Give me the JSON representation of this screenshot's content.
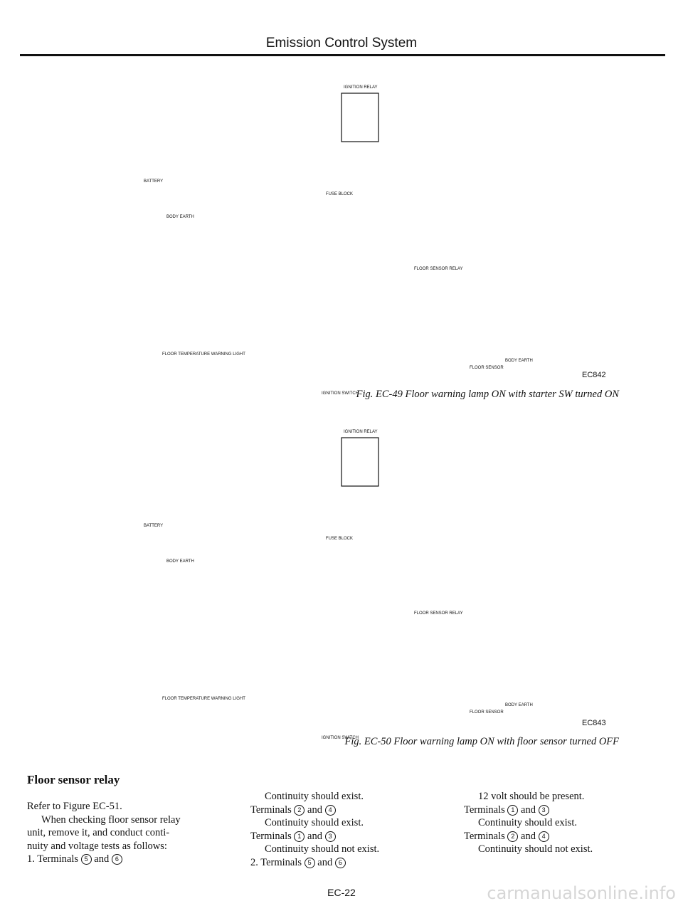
{
  "header": {
    "title": "Emission Control System"
  },
  "figures": [
    {
      "labels": {
        "ignition_relay": "IGNITION RELAY",
        "battery": "BATTERY",
        "body_earth": "BODY  EARTH",
        "fuse_block": "FUSE BLOCK",
        "floor_sensor_relay": "FLOOR SENSOR RELAY",
        "floor_temp_light": "FLOOR TEMPERATURE WARNING LIGHT",
        "floor_sensor": "FLOOR SENSOR",
        "body_earth_right": "BODY  EARTH",
        "ignition_switch": "IGNITION SWITCH"
      },
      "code": "EC842",
      "caption": "Fig. EC-49 Floor warning lamp ON with starter SW turned ON"
    },
    {
      "labels": {
        "ignition_relay": "IGNITION RELAY",
        "battery": "BATTERY",
        "body_earth": "BODY  EARTH",
        "fuse_block": "FUSE BLOCK",
        "floor_sensor_relay": "FLOOR SENSOR RELAY",
        "floor_temp_light": "FLOOR TEMPERATURE WARNING LIGHT",
        "floor_sensor": "FLOOR SENSOR",
        "body_earth_right": "BODY  EARTH",
        "ignition_switch": "IGNITION SWITCH"
      },
      "code": "EC843",
      "caption": "Fig. EC-50 Floor warning lamp ON with floor sensor turned OFF"
    }
  ],
  "section": {
    "title": "Floor sensor relay",
    "col1": {
      "l1": "Refer to Figure EC-51.",
      "l2": "When checking floor sensor relay",
      "l3": "unit, remove it, and conduct conti-",
      "l4": "nuity and voltage tests as follows:",
      "l5": "1. Terminals",
      "l5_a": "5",
      "l5_and": "and",
      "l5_b": "6"
    },
    "col2": {
      "l1": "Continuity should exist.",
      "l2": "Terminals",
      "l2_a": "2",
      "l2_and": "and",
      "l2_b": "4",
      "l3": "Continuity should exist.",
      "l4": "Terminals",
      "l4_a": "1",
      "l4_and": "and",
      "l4_b": "3",
      "l5": "Continuity should not exist.",
      "l6": "2. Terminals",
      "l6_a": "5",
      "l6_and": "and",
      "l6_b": "6"
    },
    "col3": {
      "l1": "12 volt should be present.",
      "l2": "Terminals",
      "l2_a": "1",
      "l2_and": "and",
      "l2_b": "3",
      "l3": "Continuity should exist.",
      "l4": "Terminals",
      "l4_a": "2",
      "l4_and": "and",
      "l4_b": "4",
      "l5": "Continuity should not exist."
    }
  },
  "footer": {
    "page": "EC-22",
    "watermark": "carmanualsonline.info"
  }
}
